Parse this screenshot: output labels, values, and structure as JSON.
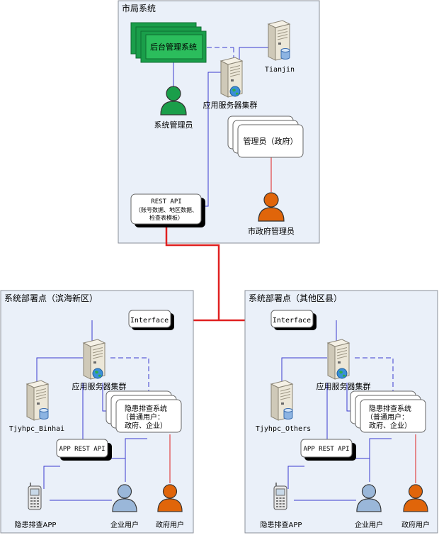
{
  "city": {
    "title": "市局系统",
    "admin_system": "后台管理系统",
    "db_server": "Tianjin",
    "app_cluster": "应用服务器集群",
    "sys_admin": "系统管理员",
    "gov_admin_system": "管理员（政府）",
    "gov_admin_user": "市政府管理员",
    "rest_api_title": "REST API",
    "rest_api_line1": "（账号数据、地区数据、",
    "rest_api_line2": "检查表模板）"
  },
  "binhai": {
    "title": "系统部署点（滨海新区）",
    "interface": "Interface",
    "app_cluster": "应用服务器集群",
    "db_server": "Tjyhpc_Binhai",
    "hazard_line1": "隐患排查系统",
    "hazard_line2": "（普通用户：",
    "hazard_line3": "政府、企业）",
    "app_rest_api": "APP REST API",
    "mobile_app": "隐患排查APP",
    "enterprise_user": "企业用户",
    "gov_user": "政府用户"
  },
  "others": {
    "title": "系统部署点（其他区县）",
    "interface": "Interface",
    "app_cluster": "应用服务器集群",
    "db_server": "Tjyhpc_Others",
    "hazard_line1": "隐患排查系统",
    "hazard_line2": "（普通用户：",
    "hazard_line3": "政府、企业）",
    "app_rest_api": "APP REST API",
    "mobile_app": "隐患排查APP",
    "enterprise_user": "企业用户",
    "gov_user": "政府用户"
  },
  "colors": {
    "panel_bg": "#eaf0f9",
    "panel_border": "#8a8f99",
    "connector_blue": "#3a3ad0",
    "connector_red": "#e02020",
    "admin_green": "#1a9e4a",
    "user_blue": "#9ab7d9",
    "user_orange": "#e0650a"
  },
  "icons": [
    "server-icon",
    "database-server-icon",
    "app-server-globe-icon",
    "person-icon",
    "mobile-phone-icon",
    "stacked-window-icon"
  ]
}
